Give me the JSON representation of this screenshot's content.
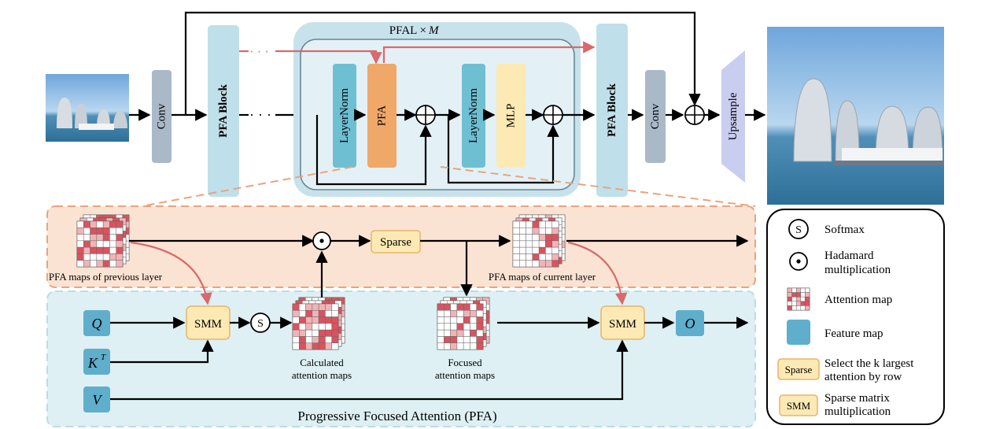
{
  "top": {
    "conv_left": "Conv",
    "pfa_block_left": "PFA Block",
    "pfal_title": "PFAL ×",
    "pfal_m": "M",
    "layernorm_1": "LayerNorm",
    "pfa": "PFA",
    "layernorm_2": "LayerNorm",
    "mlp": "MLP",
    "pfa_block_right": "PFA Block",
    "conv_right": "Conv",
    "upsample": "Upsample"
  },
  "bottom": {
    "prev_maps_label": "PFA maps of previous layer",
    "current_maps_label": "PFA maps of current layer",
    "sparse": "Sparse",
    "smm_left": "SMM",
    "smm_right": "SMM",
    "softmax_symbol": "S",
    "q": "Q",
    "k": "K",
    "k_sup": "T",
    "v": "V",
    "o": "O",
    "calculated_line1": "Calculated",
    "calculated_line2": "attention maps",
    "focused_line1": "Focused",
    "focused_line2": "attention maps",
    "pfa_caption": "Progressive Focused Attention (PFA)"
  },
  "legend": {
    "softmax_symbol": "S",
    "softmax_label": "Softmax",
    "hadamard_line1": "Hadamard",
    "hadamard_line2": "multiplication",
    "attention_map": "Attention map",
    "feature_map": "Feature map",
    "sparse_box": "Sparse",
    "sparse_line1": "Select the k largest",
    "sparse_line2": "attention by row",
    "smm_box": "SMM",
    "smm_line1": "Sparse matrix",
    "smm_line2": "multiplication"
  },
  "colors": {
    "conv_box": "#aab9c8",
    "pfa_block": "#bfe0ea",
    "pfal_outer": "#c8e2ec",
    "layernorm": "#6fbfd3",
    "pfa_orange": "#f0a868",
    "mlp_yellow": "#fde9b4",
    "feature_blue": "#5eaecc",
    "orange_region": "#fbe3d3",
    "blue_region": "#def0f3",
    "attention_red": "#e0727a",
    "red_arrow": "#d9696a"
  }
}
